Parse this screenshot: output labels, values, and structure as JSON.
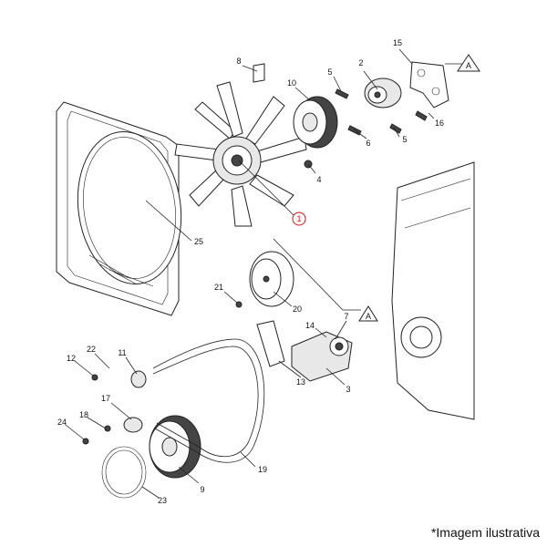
{
  "callouts": {
    "c1": "1",
    "c2": "2",
    "c3": "3",
    "c4": "4",
    "c5a": "5",
    "c5b": "5",
    "c6": "6",
    "c7": "7",
    "c8": "8",
    "c9": "9",
    "c10": "10",
    "c11": "11",
    "c12": "12",
    "c13": "13",
    "c14": "14",
    "c15": "15",
    "c16": "16",
    "c17": "17",
    "c18": "18",
    "c19": "19",
    "c20": "20",
    "c21": "21",
    "c22": "22",
    "c23": "23",
    "c24": "24",
    "c25": "25",
    "refA1": "A",
    "refA2": "A"
  },
  "highlight_color": "#d11111",
  "caption": "*Imagem ilustrativa"
}
